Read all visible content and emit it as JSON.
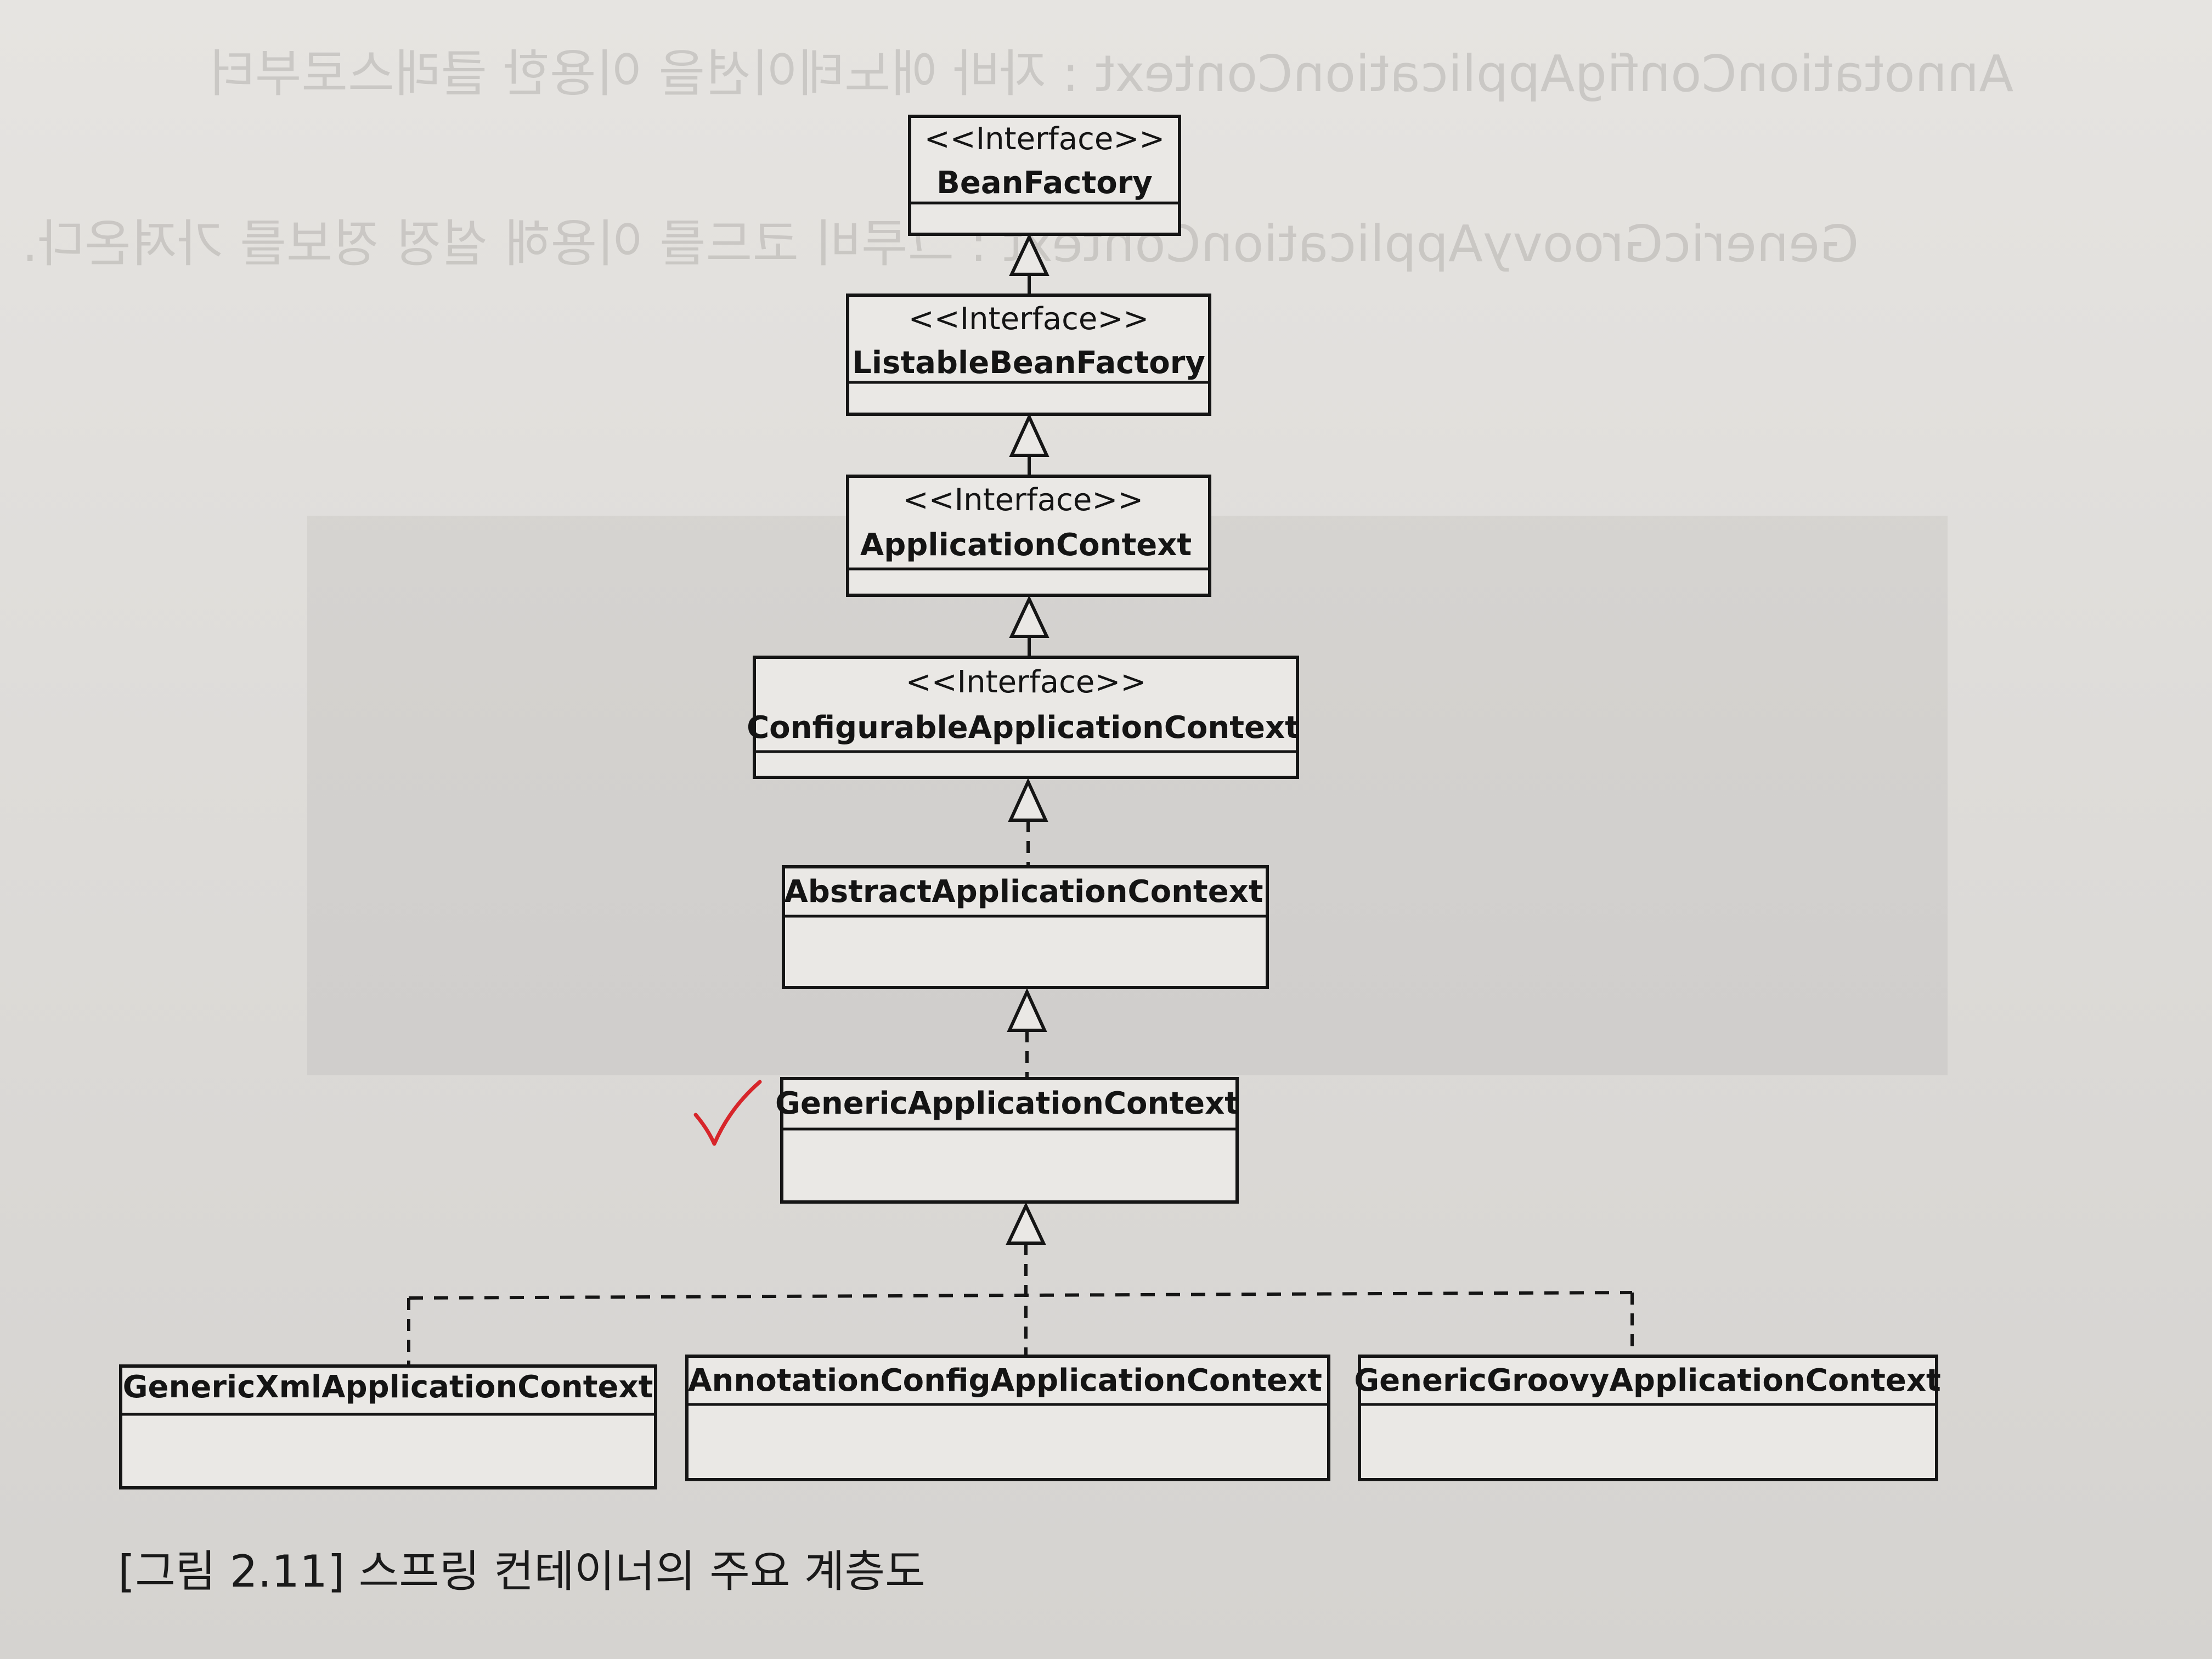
{
  "bleed_through": [
    "GenericGroovyApplicationContext : 그루비 코드를 이용해 설정 정보를 가져온다.",
    "AnnotationConfigApplicationContext : 자바 애노테이션을 이용한 클래스로부터"
  ],
  "diagram": {
    "interface_stereotype": "<<Interface>>",
    "boxes": {
      "bean_factory": {
        "name": "BeanFactory"
      },
      "listable_bean_factory": {
        "name": "ListableBeanFactory"
      },
      "application_context": {
        "name": "ApplicationContext"
      },
      "configurable_application_context": {
        "name": "ConfigurableApplicationContext"
      },
      "abstract_application_context": {
        "name": "AbstractApplicationContext"
      },
      "generic_application_context": {
        "name": "GenericApplicationContext"
      },
      "generic_xml_application_context": {
        "name": "GenericXmlApplicationContext"
      },
      "annotation_config_application_context": {
        "name": "AnnotationConfigApplicationContext"
      },
      "generic_groovy_application_context": {
        "name": "GenericGroovyApplicationContext"
      }
    },
    "colors": {
      "line": "#151515",
      "check_mark": "#d7262b",
      "box_fill": "#eae8e5"
    }
  },
  "caption": "[그림 2.11] 스프링 컨테이너의 주요 계층도"
}
